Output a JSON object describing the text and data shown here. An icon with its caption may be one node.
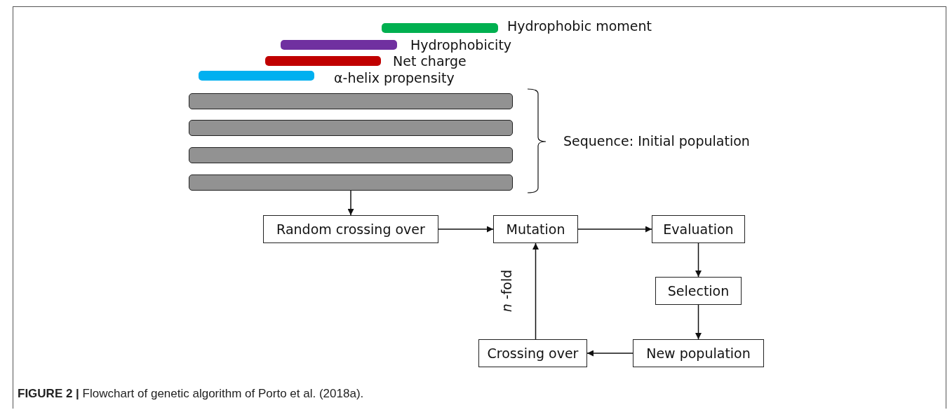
{
  "diagram": {
    "caption": "**FIGURE 2 |** Flowchart of genetic algorithm of Porto et al. (2018a).",
    "nodes": [
      {
        "text": [],
        "shape": "bar"
      },
      {
        "text": [],
        "shape": "bar"
      },
      {
        "text": [],
        "shape": "bar"
      },
      {
        "text": [],
        "shape": "bar"
      },
      {
        "text": [],
        "shape": "bar"
      },
      {
        "text": [],
        "shape": "bar"
      },
      {
        "text": [],
        "shape": "bar"
      },
      {
        "text": [],
        "shape": "bar"
      },
      {
        "text": [
          "Random crossing over"
        ]
      },
      {
        "text": [
          "Mutation"
        ]
      },
      {
        "text": [
          "Evaluation"
        ]
      },
      {
        "text": [
          "Selection"
        ]
      },
      {
        "text": [
          "New population"
        ]
      },
      {
        "text": [
          "Crossing over"
        ]
      }
    ],
    "edges": [
      {
        "from": 7,
        "to": 8,
        "arrow": "to"
      },
      {
        "from": 8,
        "to": 9,
        "arrow": "to"
      },
      {
        "from": 9,
        "to": 10,
        "arrow": "to"
      },
      {
        "from": 10,
        "to": 11,
        "arrow": "to"
      },
      {
        "from": 11,
        "to": 12,
        "arrow": "to"
      },
      {
        "from": 12,
        "to": 13,
        "arrow": "to"
      },
      {
        "from": 13,
        "to": 9,
        "arrow": "to",
        "label": "*n* -fold"
      }
    ],
    "labels": [
      "Hydrophobic moment",
      "Hydrophobicity",
      "Net charge",
      "α-helix propensity",
      "Sequence: Initial population"
    ]
  }
}
